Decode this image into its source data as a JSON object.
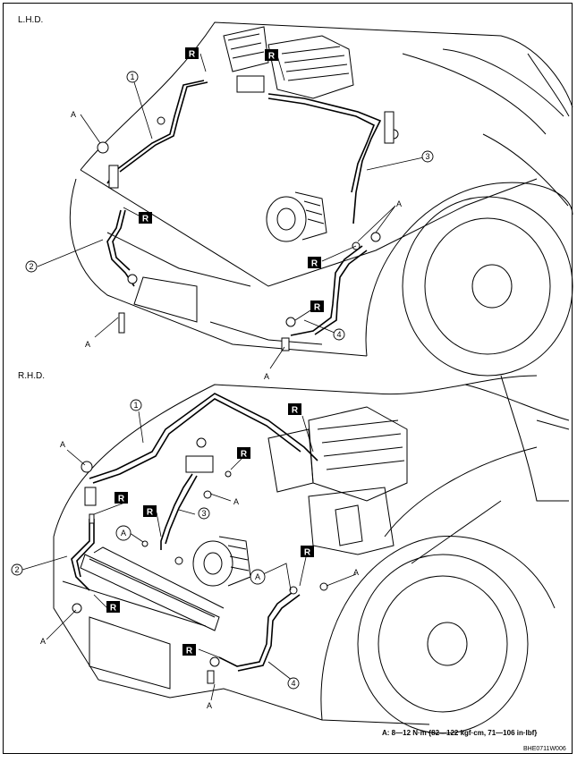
{
  "sections": {
    "lhd": {
      "title": "L.H.D."
    },
    "rhd": {
      "title": "R.H.D."
    }
  },
  "labels": {
    "fastener": "A",
    "replace_marker": "R",
    "parts": [
      "1",
      "2",
      "3",
      "4"
    ]
  },
  "torque_spec": "A: 8—12 N·m {82—122 kgf·cm, 71—106 in·lbf}",
  "figure_code": "BHE0711W006",
  "colors": {
    "line": "#000000",
    "marker_bg": "#000000",
    "marker_text": "#ffffff"
  }
}
